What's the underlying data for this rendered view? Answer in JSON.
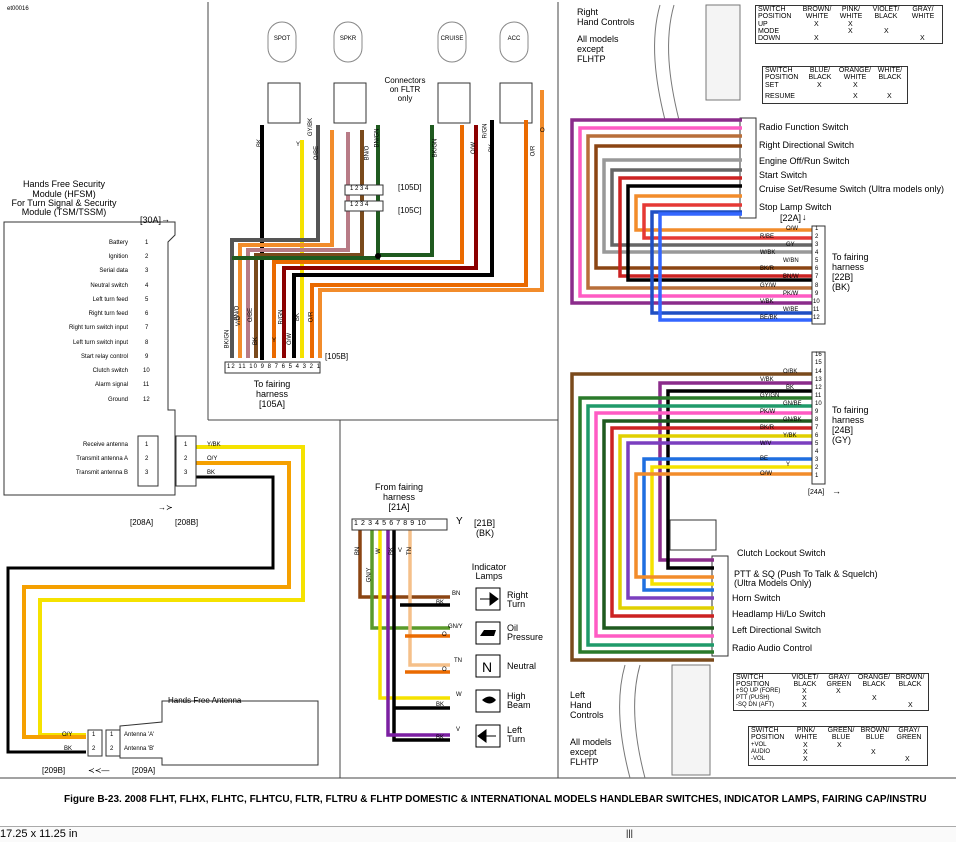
{
  "doc_id": "et00016",
  "caption": "Figure B-23. 2008 FLHT, FLHX, FLHTC, FLHTCU, FLTR, FLTRU & FLHTP DOMESTIC & INTERNATIONAL MODELS HANDLEBAR SWITCHES, INDICATOR LAMPS, FAIRING CAP/INSTRU",
  "status": {
    "size": "17.25 x 11.25 in",
    "scroll_marker": "|||"
  },
  "hfsm": {
    "title_lines": [
      "Hands Free Security",
      "Module (HFSM)",
      "For Turn Signal & Security",
      "Module (TSM/TSSM)"
    ],
    "connector_30a": "[30A]",
    "pins": [
      {
        "name": "Battery",
        "num": "1"
      },
      {
        "name": "Ignition",
        "num": "2"
      },
      {
        "name": "Serial data",
        "num": "3"
      },
      {
        "name": "Neutral switch",
        "num": "4"
      },
      {
        "name": "Left turn feed",
        "num": "5"
      },
      {
        "name": "Right turn feed",
        "num": "6"
      },
      {
        "name": "Right turn switch input",
        "num": "7"
      },
      {
        "name": "Left turn switch input",
        "num": "8"
      },
      {
        "name": "Start relay control",
        "num": "9"
      },
      {
        "name": "Clutch switch",
        "num": "10"
      },
      {
        "name": "Alarm signal",
        "num": "11"
      },
      {
        "name": "Ground",
        "num": "12"
      }
    ],
    "antenna_pins": [
      {
        "name": "Receive antenna",
        "a": "1",
        "b": "1",
        "wire": "Y/BK"
      },
      {
        "name": "Transmit antenna A",
        "a": "2",
        "b": "2",
        "wire": "O/Y"
      },
      {
        "name": "Transmit antenna B",
        "a": "3",
        "b": "3",
        "wire": "BK"
      }
    ],
    "c208a": "[208A]",
    "c208b": "[208B]"
  },
  "antenna": {
    "title": "Hands Free Antenna",
    "pins": [
      {
        "wire": "O/Y",
        "num": "1",
        "label": "Antenna 'A'"
      },
      {
        "wire": "BK",
        "num": "2",
        "label": "Antenna 'B'"
      }
    ],
    "c209b": "[209B]",
    "c209a": "[209A]"
  },
  "fairing_switches": {
    "labels": [
      "SPOT",
      "SPKR",
      "CRUISE",
      "ACC"
    ],
    "connectors_note": [
      "Connectors",
      "on FLTR",
      "only"
    ],
    "c105d": "[105D]",
    "c105c": "[105C]",
    "mini_pins": "1 2 3 4",
    "top_wires": [
      "BK",
      "GY/BK",
      "Y",
      "O/BE",
      "BN/O",
      "BN/GN",
      "BK/GN",
      "O/W",
      "R/GN",
      "BK",
      "O/R",
      "O"
    ],
    "bottom_wires": [
      "BK/GN",
      "V/O",
      "BN/O",
      "BK",
      "O/BE",
      "Y",
      "R/GN",
      "O/W",
      "BK",
      "O/R"
    ],
    "pin_row": "12 11 10 9 8 7 6 5 4 3 2 1",
    "c105b": "[105B]",
    "to_harness": [
      "To fairing",
      "harness",
      "[105A]"
    ]
  },
  "right_controls": {
    "title": [
      "Right",
      "Hand Controls"
    ],
    "models": [
      "All models",
      "except",
      "FLHTP"
    ],
    "table1": {
      "header": [
        "SWITCH POSITION",
        "BROWN/ WHITE",
        "PINK/ WHITE",
        "VIOLET/ BLACK",
        "GRAY/ WHITE"
      ],
      "rows": [
        [
          "UP",
          "X",
          "X",
          "",
          ""
        ],
        [
          "MODE",
          "",
          "X",
          "X",
          ""
        ],
        [
          "DOWN",
          "X",
          "",
          "",
          "X"
        ]
      ]
    },
    "table2": {
      "header": [
        "SWITCH POSITION",
        "BLUE/ BLACK",
        "ORANGE/ WHITE",
        "WHITE/ BLACK"
      ],
      "rows": [
        [
          "SET",
          "X",
          "X",
          ""
        ],
        [
          "RESUME",
          "",
          "X",
          "X"
        ]
      ]
    },
    "switches": [
      "Radio Function Switch",
      "Right Directional Switch",
      "Engine Off/Run Switch",
      "Start Switch",
      "Cruise Set/Resume Switch (Ultra models only)",
      "Stop Lamp Switch"
    ],
    "c22a": "[22A]",
    "wires": [
      {
        "label": "O/W",
        "num": "1"
      },
      {
        "label": "R/BE",
        "num": "2"
      },
      {
        "label": "GY",
        "num": "3"
      },
      {
        "label": "W/BK",
        "num": "4"
      },
      {
        "label": "W/BN",
        "num": "5"
      },
      {
        "label": "BK/R",
        "num": "6"
      },
      {
        "label": "BN/W",
        "num": "7"
      },
      {
        "label": "GY/W",
        "num": "8"
      },
      {
        "label": "PK/W",
        "num": "9"
      },
      {
        "label": "V/BK",
        "num": "10"
      },
      {
        "label": "W/BE",
        "num": "11"
      },
      {
        "label": "BE/BK",
        "num": "12"
      }
    ],
    "to_harness": [
      "To fairing",
      "harness",
      "[22B]",
      "(BK)"
    ]
  },
  "left_controls": {
    "title": [
      "Left",
      "Hand",
      "Controls"
    ],
    "models": [
      "All models",
      "except",
      "FLHTP"
    ],
    "wires": [
      {
        "label": "",
        "num": "16"
      },
      {
        "label": "",
        "num": "15"
      },
      {
        "label": "O/BK",
        "num": "14"
      },
      {
        "label": "V/BK",
        "num": "13"
      },
      {
        "label": "BK",
        "num": "12"
      },
      {
        "label": "GY/GN",
        "num": "11"
      },
      {
        "label": "GN/BE",
        "num": "10"
      },
      {
        "label": "PK/W",
        "num": "9"
      },
      {
        "label": "GN/BK",
        "num": "8"
      },
      {
        "label": "BK/R",
        "num": "7"
      },
      {
        "label": "Y/BK",
        "num": "6"
      },
      {
        "label": "W/V",
        "num": "5"
      },
      {
        "label": "BE",
        "num": "4"
      },
      {
        "label": "Y",
        "num": "3"
      },
      {
        "label": "",
        "num": "2"
      },
      {
        "label": "O/W",
        "num": "1"
      }
    ],
    "to_harness": [
      "To fairing",
      "harness",
      "[24B]",
      "(GY)"
    ],
    "c24a": "[24A]",
    "switches": [
      "Clutch Lockout Switch",
      "PTT & SQ (Push To Talk & Squelch)",
      "(Ultra Models Only)",
      "Horn Switch",
      "Headlamp Hi/Lo Switch",
      "Left Directional Switch",
      "Radio Audio Control"
    ],
    "table1": {
      "header": [
        "SWITCH POSITION",
        "VIOLET/ BLACK",
        "GRAY/ GREEN",
        "ORANGE/ BLACK",
        "BROWN/ BLACK"
      ],
      "rows": [
        [
          "+SQ UP (FORE)",
          "X",
          "X",
          "",
          ""
        ],
        [
          "PTT (PUSH)",
          "X",
          "",
          "X",
          ""
        ],
        [
          "-SQ DN (AFT)",
          "X",
          "",
          "",
          "X"
        ]
      ]
    },
    "table2": {
      "header": [
        "SWITCH POSITION",
        "PINK/ WHITE",
        "GREEN/ BLUE",
        "BROWN/ BLUE",
        "GRAY/ GREEN"
      ],
      "rows": [
        [
          "+VOL",
          "X",
          "X",
          "",
          ""
        ],
        [
          "AUDIO",
          "X",
          "",
          "X",
          ""
        ],
        [
          "-VOL",
          "X",
          "",
          "",
          "X"
        ]
      ]
    }
  },
  "indicators": {
    "from_harness": [
      "From fairing",
      "harness",
      "[21A]"
    ],
    "pin_row": "1 2 3 4 5 6 7 8 9 10",
    "c21b": [
      "[21B]",
      "(BK)"
    ],
    "top_wires": [
      "BN",
      "GN/Y",
      "W",
      "BK",
      "V",
      "TN"
    ],
    "title": [
      "Indicator",
      "Lamps"
    ],
    "lamps": [
      {
        "name": [
          "Right",
          "Turn"
        ],
        "w1": "BN",
        "w2": "BK"
      },
      {
        "name": [
          "Oil",
          "Pressure"
        ],
        "w1": "GN/Y",
        "w2": "O"
      },
      {
        "name": [
          "Neutral"
        ],
        "w1": "TN",
        "w2": "O"
      },
      {
        "name": [
          "High",
          "Beam"
        ],
        "w1": "W",
        "w2": "BK"
      },
      {
        "name": [
          "Left",
          "Turn"
        ],
        "w1": "V",
        "w2": "BK"
      }
    ]
  }
}
